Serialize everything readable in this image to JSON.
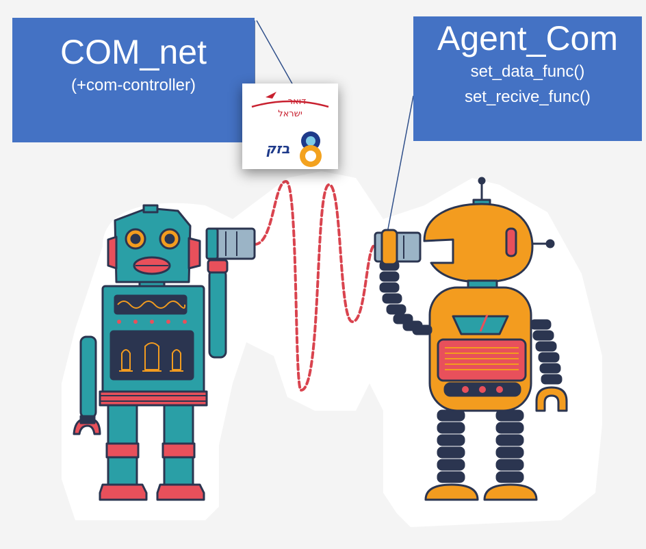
{
  "callouts": {
    "left": {
      "title": "COM_net",
      "lines": [
        "(+com-controller)"
      ]
    },
    "right": {
      "title": "Agent_Com",
      "lines": [
        "set_data_func()",
        "set_recive_func()"
      ]
    }
  },
  "logos": {
    "post": {
      "text_line1": "דואר",
      "text_line2": "ישראל"
    },
    "bezeq": {
      "text": "בזק"
    }
  },
  "colors": {
    "callout_bg": "#4472c4",
    "teal_robot": "#2a9fa6",
    "orange_robot": "#f39c1f",
    "outline": "#2b3550",
    "string": "#d9434e",
    "post_red": "#c8202f",
    "bezeq_blue": "#1e3a8a"
  }
}
